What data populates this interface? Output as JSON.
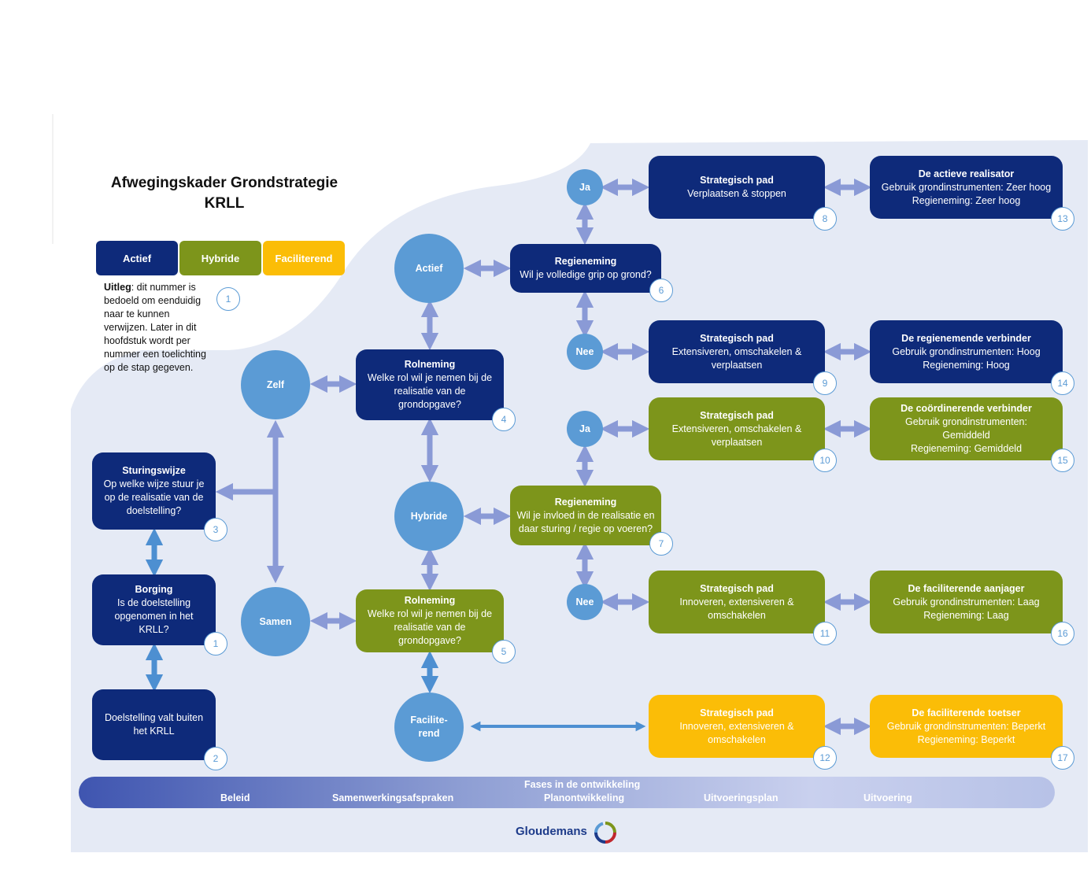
{
  "title": {
    "line1": "Afwegingskader Grondstrategie",
    "line2": "KRLL"
  },
  "legend": {
    "actief": "Actief",
    "hybride": "Hybride",
    "faciliterend": "Faciliterend",
    "colors": {
      "navy": "#0e2a7a",
      "olive": "#7d951b",
      "yellow": "#fbbd07"
    }
  },
  "uitleg": {
    "label": "Uitleg",
    "text": ": dit nummer is bedoeld om eenduidig naar te kunnen verwijzen. Later in dit hoofdstuk wordt per nummer een toelichting op de stap gegeven.",
    "number": "1"
  },
  "left": {
    "sturing": {
      "title": "Sturingswijze",
      "text": "Op welke wijze stuur je op de realisatie van de doelstelling?",
      "number": "3"
    },
    "borging": {
      "title": "Borging",
      "text": "Is de doelstelling opgenomen in het KRLL?",
      "number": "1"
    },
    "buiten": {
      "text": "Doelstelling valt buiten het KRLL",
      "number": "2"
    }
  },
  "circles": {
    "zelf": "Zelf",
    "samen": "Samen",
    "actief": "Actief",
    "hybride": "Hybride",
    "faciliterend_1": "Facilite-",
    "faciliterend_2": "rend",
    "ja1": "Ja",
    "nee1": "Nee",
    "ja2": "Ja",
    "nee2": "Nee"
  },
  "rol4": {
    "title": "Rolneming",
    "text": "Welke rol wil je nemen bij de realisatie van de grondopgave?",
    "number": "4"
  },
  "rol5": {
    "title": "Rolneming",
    "text": "Welke rol wil je nemen bij de realisatie van de grondopgave?",
    "number": "5"
  },
  "reg6": {
    "title": "Regieneming",
    "text": "Wil je volledige grip op grond?",
    "number": "6"
  },
  "reg7": {
    "title": "Regieneming",
    "text": "Wil je invloed in de realisatie en daar sturing / regie op voeren?",
    "number": "7"
  },
  "paths": [
    {
      "title": "Strategisch pad",
      "text": "Verplaatsen & stoppen",
      "number": "8"
    },
    {
      "title": "Strategisch pad",
      "text": "Extensiveren, omschakelen & verplaatsen",
      "number": "9"
    },
    {
      "title": "Strategisch pad",
      "text": "Extensiveren, omschakelen & verplaatsen",
      "number": "10"
    },
    {
      "title": "Strategisch pad",
      "text": "Innoveren, extensiveren & omschakelen",
      "number": "11"
    },
    {
      "title": "Strategisch pad",
      "text": "Innoveren, extensiveren & omschakelen",
      "number": "12"
    }
  ],
  "results": [
    {
      "title": "De actieve realisator",
      "line1": "Gebruik grondinstrumenten: Zeer hoog",
      "line2": "Regieneming: Zeer hoog",
      "number": "13"
    },
    {
      "title": "De regienemende verbinder",
      "line1": "Gebruik grondinstrumenten: Hoog",
      "line2": "Regieneming: Hoog",
      "number": "14"
    },
    {
      "title": "De coördinerende verbinder",
      "line1": "Gebruik grondinstrumenten: Gemiddeld",
      "line2": "Regieneming: Gemiddeld",
      "number": "15"
    },
    {
      "title": "De faciliterende aanjager",
      "line1": "Gebruik grondinstrumenten: Laag",
      "line2": "Regieneming: Laag",
      "number": "16"
    },
    {
      "title": "De faciliterende toetser",
      "line1": "Gebruik grondinstrumenten: Beperkt",
      "line2": "Regieneming: Beperkt",
      "number": "17"
    }
  ],
  "phases": {
    "heading": "Fases in de ontwikkeling",
    "items": [
      "Beleid",
      "Samenwerkingsafspraken",
      "Planontwikkeling",
      "Uitvoeringsplan",
      "Uitvoering"
    ]
  },
  "logo": "Gloudemans"
}
